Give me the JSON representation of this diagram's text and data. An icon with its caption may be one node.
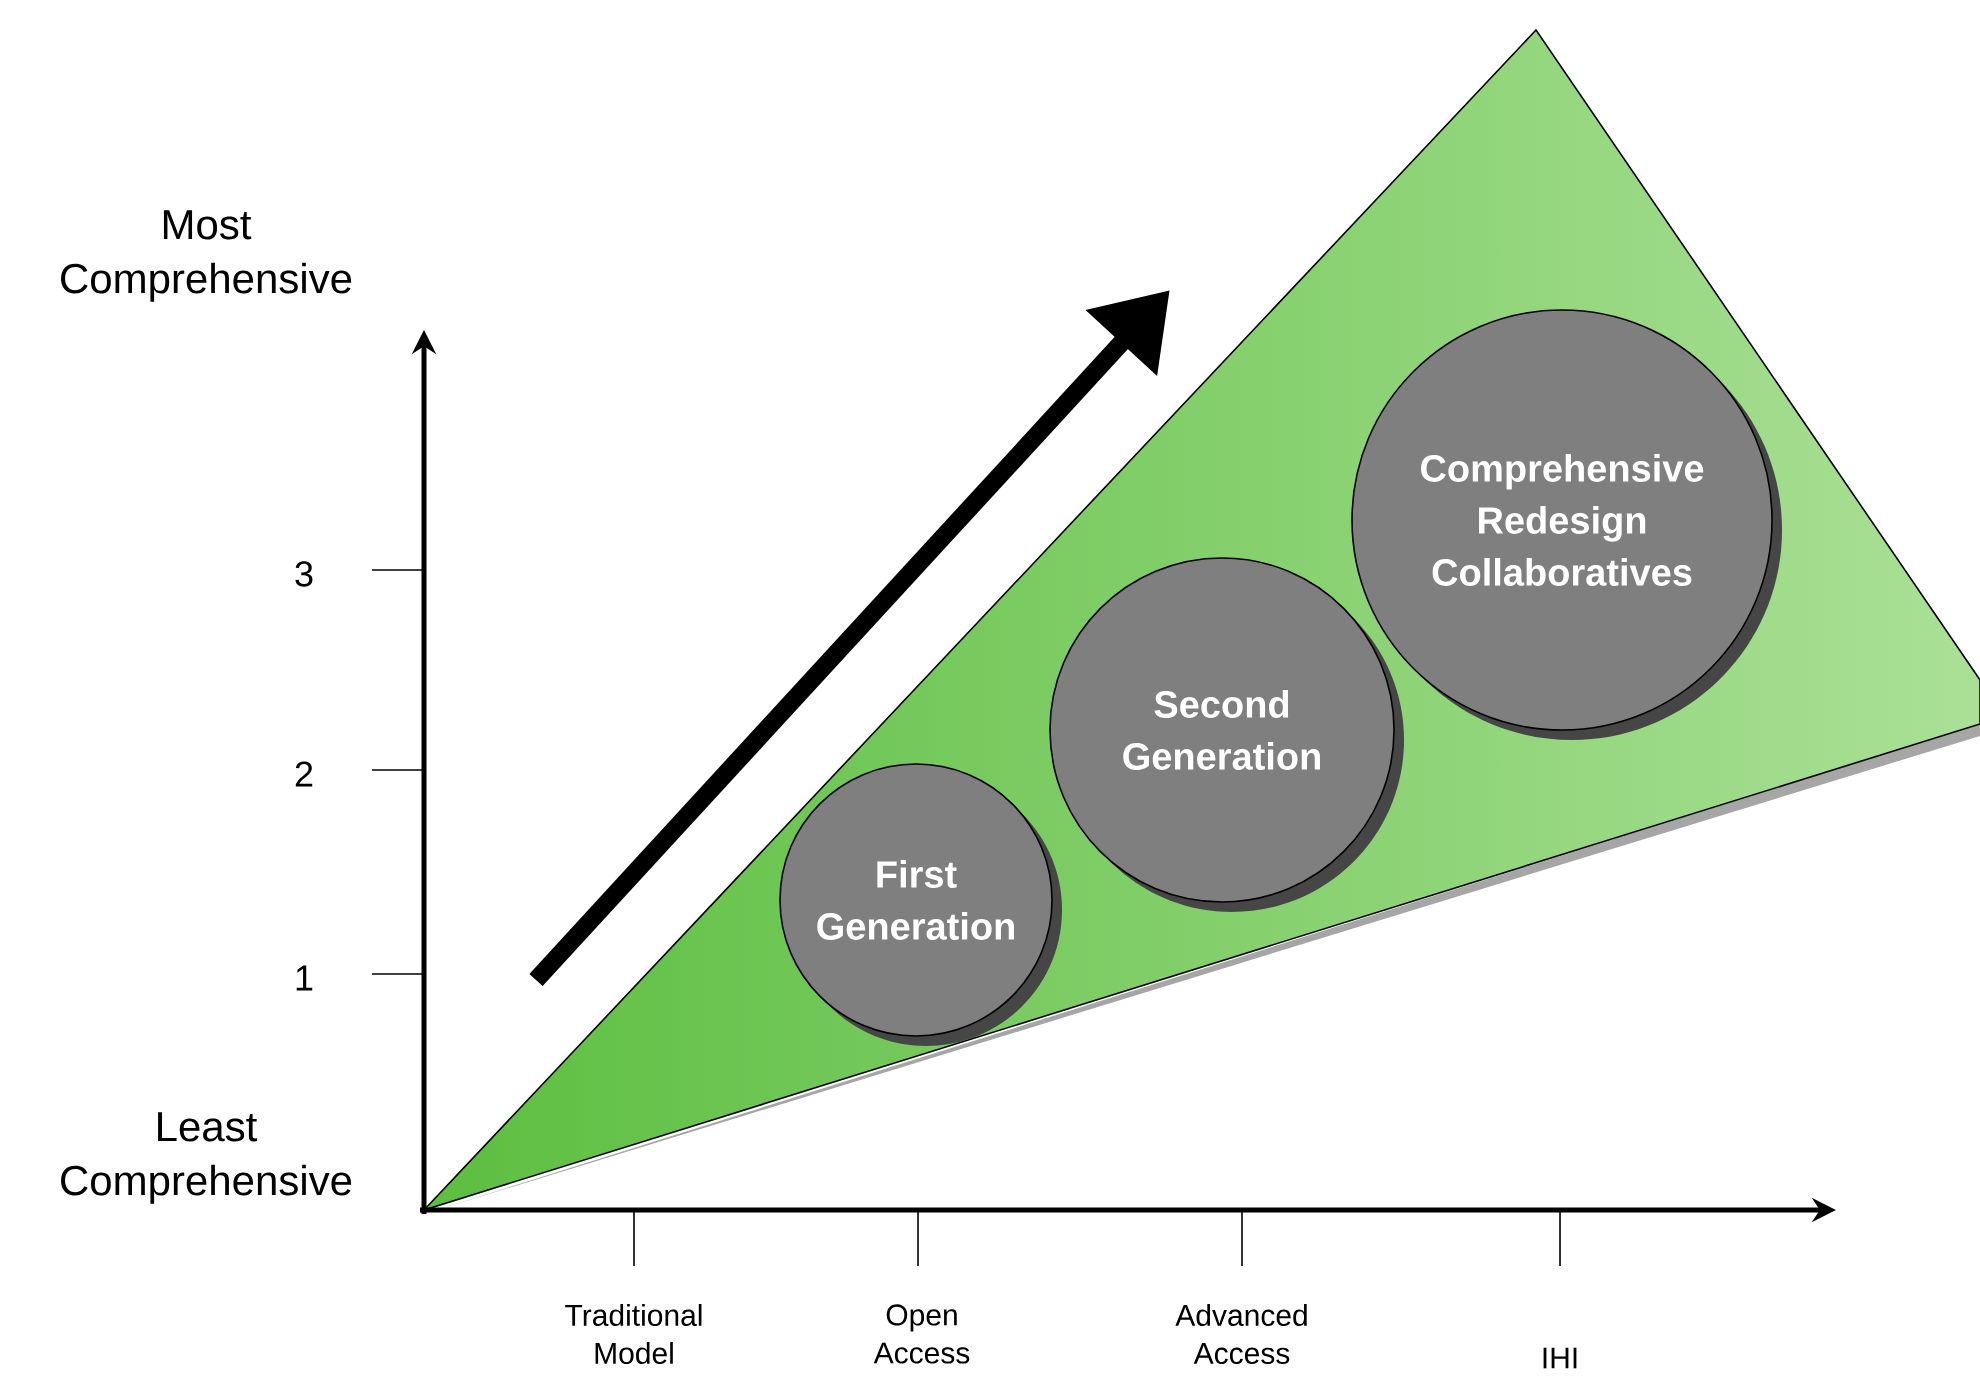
{
  "diagram": {
    "nodes": [
      {
        "text": [
          "First Generation"
        ]
      },
      {
        "text": [
          "Second Generation"
        ]
      },
      {
        "text": [
          "Comprehensive Redesign Collaboratives"
        ]
      }
    ],
    "labels": [
      "Most Comprehensive",
      "3",
      "2",
      "1",
      "Least Comprehensive",
      "Traditional Model",
      "Open Access",
      "Advanced Access",
      "IHI"
    ]
  }
}
